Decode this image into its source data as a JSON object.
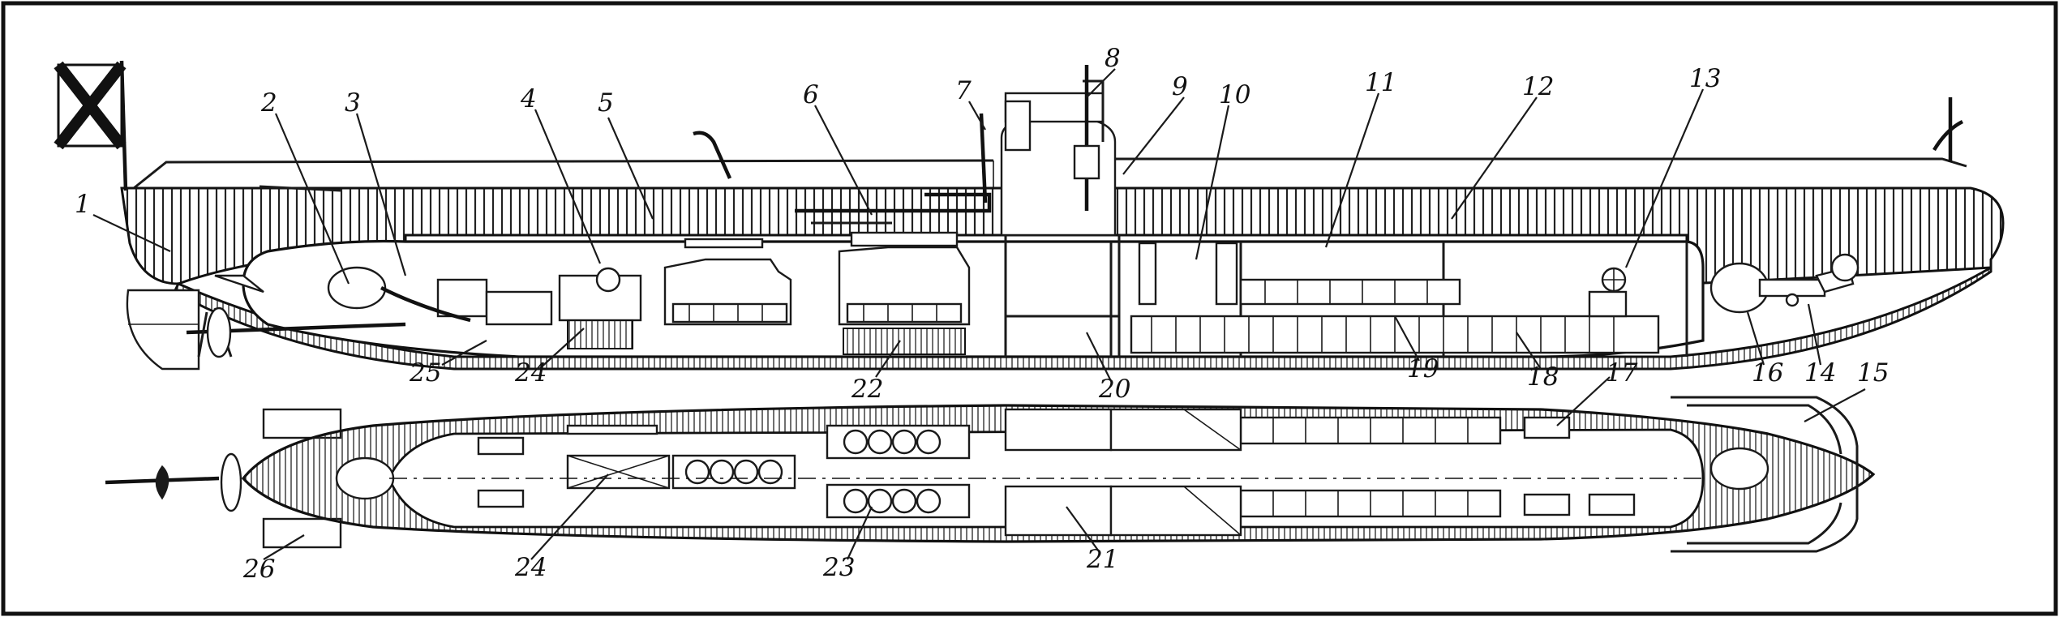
{
  "diagram": {
    "callouts": [
      {
        "id": "1",
        "label": "1"
      },
      {
        "id": "2",
        "label": "2"
      },
      {
        "id": "3",
        "label": "3"
      },
      {
        "id": "4",
        "label": "4"
      },
      {
        "id": "5",
        "label": "5"
      },
      {
        "id": "6",
        "label": "6"
      },
      {
        "id": "7",
        "label": "7"
      },
      {
        "id": "8",
        "label": "8"
      },
      {
        "id": "9",
        "label": "9"
      },
      {
        "id": "10",
        "label": "10"
      },
      {
        "id": "11",
        "label": "11"
      },
      {
        "id": "12",
        "label": "12"
      },
      {
        "id": "13",
        "label": "13"
      },
      {
        "id": "14",
        "label": "14"
      },
      {
        "id": "15",
        "label": "15"
      },
      {
        "id": "16",
        "label": "16"
      },
      {
        "id": "17",
        "label": "17"
      },
      {
        "id": "18",
        "label": "18"
      },
      {
        "id": "19",
        "label": "19"
      },
      {
        "id": "20",
        "label": "20"
      },
      {
        "id": "21",
        "label": "21"
      },
      {
        "id": "22",
        "label": "22"
      },
      {
        "id": "23",
        "label": "23"
      },
      {
        "id": "24",
        "label": "24"
      },
      {
        "id": "24b",
        "label": "24"
      },
      {
        "id": "25",
        "label": "25"
      },
      {
        "id": "26",
        "label": "26"
      }
    ]
  }
}
